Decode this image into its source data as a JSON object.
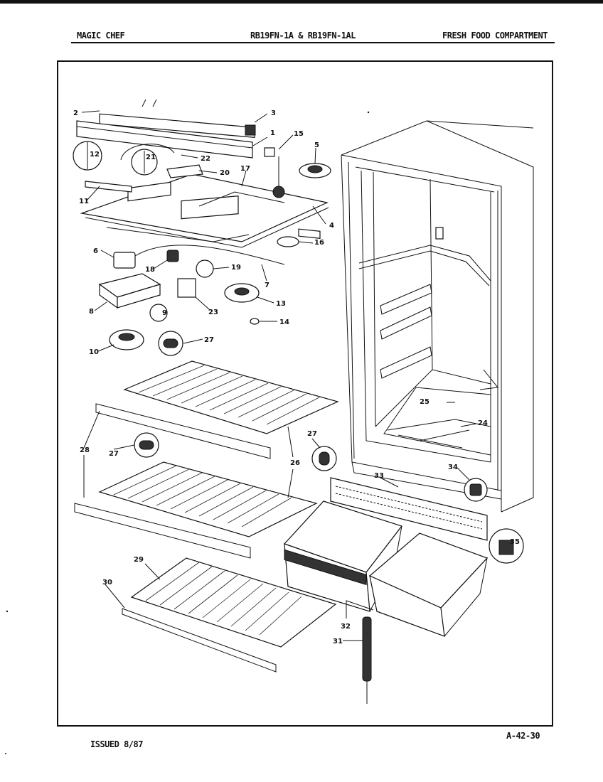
{
  "header": {
    "brand": "MAGIC CHEF",
    "model": "RB19FN-1A & RB19FN-1AL",
    "section": "FRESH FOOD COMPARTMENT"
  },
  "footer": {
    "issued": "ISSUED 8/87",
    "page_code": "A-42-30"
  },
  "callouts": [
    "1",
    "2",
    "3",
    "4",
    "5",
    "6",
    "7",
    "8",
    "9",
    "10",
    "11",
    "12",
    "13",
    "14",
    "15",
    "16",
    "17",
    "18",
    "19",
    "20",
    "21",
    "22",
    "23",
    "24",
    "25",
    "26",
    "27",
    "27",
    "27",
    "28",
    "29",
    "30",
    "31",
    "32",
    "33",
    "34",
    "35"
  ]
}
